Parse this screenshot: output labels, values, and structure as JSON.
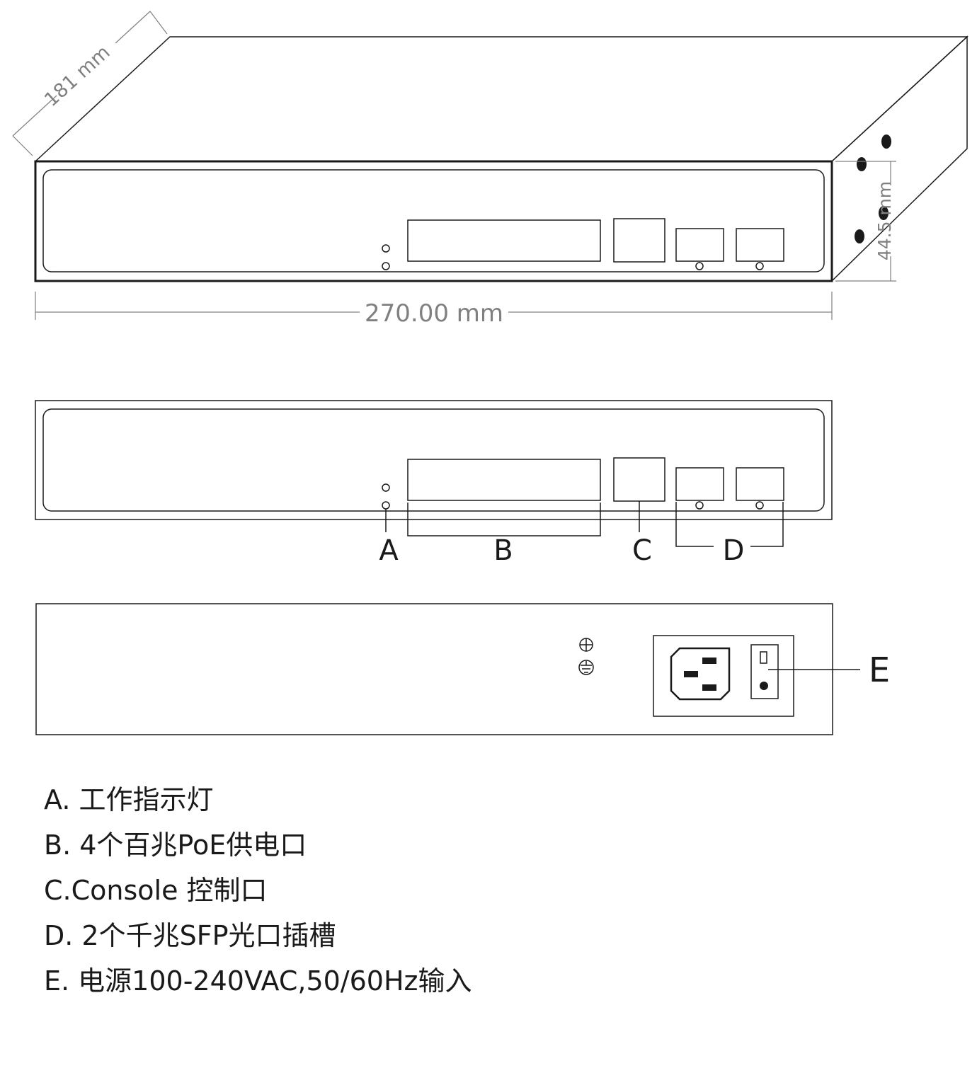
{
  "dimensions": {
    "depth": "181 mm",
    "width": "270.00 mm",
    "height": "44.5 mm"
  },
  "callouts": [
    "A",
    "B",
    "C",
    "D",
    "E"
  ],
  "legend": [
    "A. 工作指示灯",
    "B. 4个百兆PoE供电口",
    "C.Console 控制口",
    "D. 2个千兆SFP光口插槽",
    "E. 电源100-240VAC,50/60Hz输入"
  ],
  "icons": [
    "ground-terminal-icon",
    "earth-ground-icon",
    "power-socket-icon",
    "power-switch-icon"
  ],
  "colors": {
    "line": "#1a1a1a",
    "dimension": "#808080"
  }
}
